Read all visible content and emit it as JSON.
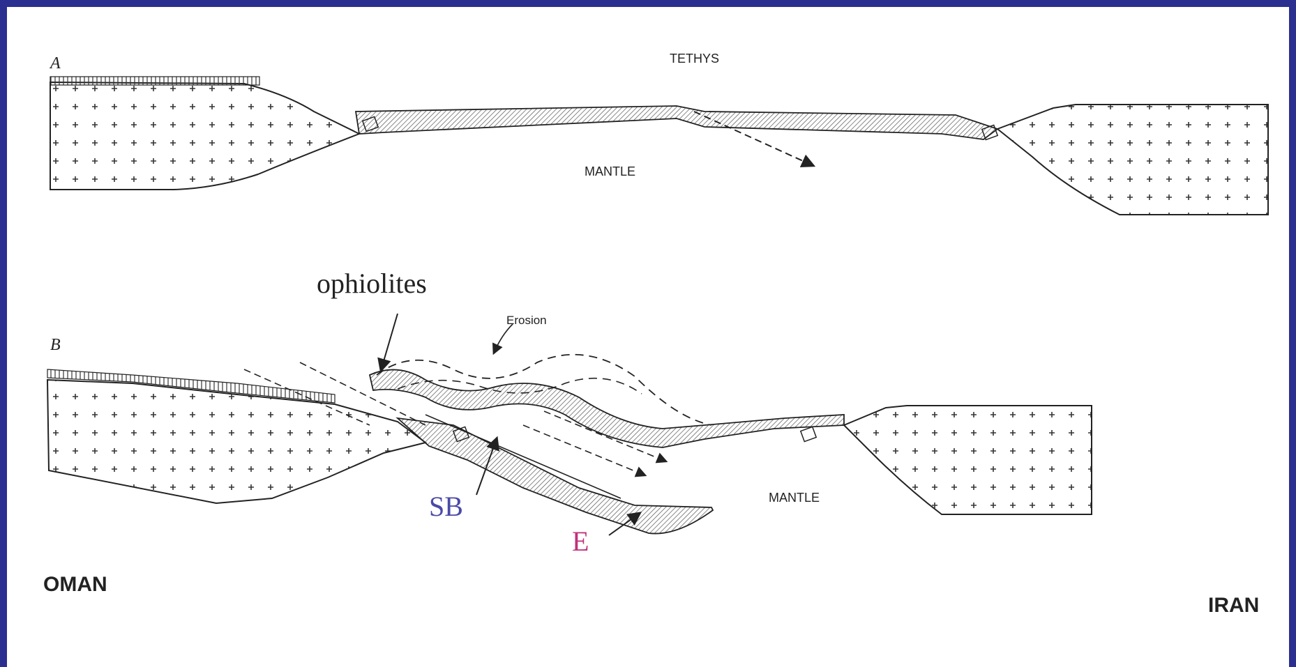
{
  "panels": {
    "a": {
      "letter": "A",
      "tethys": "TETHYS",
      "mantle": "MANTLE"
    },
    "b": {
      "letter": "B",
      "ophiolites": "ophiolites",
      "erosion": "Erosion",
      "mantle": "MANTLE",
      "sb": "SB",
      "e": "E"
    }
  },
  "places": {
    "west": "OMAN",
    "east": "IRAN"
  },
  "colors": {
    "frame": "#2b2f8f",
    "sb": "#4a4aa8",
    "e": "#c0307a",
    "ink": "#222222"
  }
}
